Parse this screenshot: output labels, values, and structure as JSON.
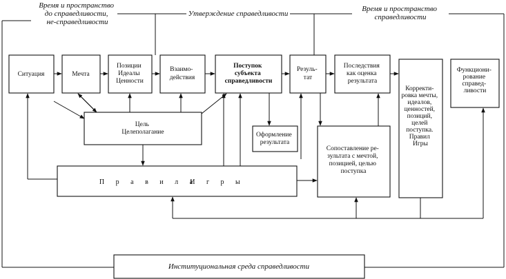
{
  "labels": {
    "time_space_left": [
      "Время и пространство",
      "до справедливости,",
      "не-справедливости"
    ],
    "establishment": "Утверждение справедливости",
    "time_space_right": [
      "Время и пространство",
      "справедливости"
    ]
  },
  "boxes": {
    "situation": [
      "Ситуация"
    ],
    "dream": [
      "Мечта"
    ],
    "positions": [
      "Позиции",
      "Идеалы",
      "Ценности"
    ],
    "interaction": [
      "Взаимо-",
      "действия"
    ],
    "act": [
      "Поступок",
      "субъекта",
      "справедливости"
    ],
    "result": [
      "Резуль-",
      "тат"
    ],
    "consequences": [
      "Последствия",
      "как оценка",
      "результата"
    ],
    "correction": [
      "Корректи-",
      "ровка мечты,",
      "идеалов,",
      "ценностей,",
      "позиций,",
      "целей",
      "поступка.",
      "Правил",
      "Игры"
    ],
    "functioning": [
      "Функциони-",
      "рование",
      "справед-",
      "ливости"
    ],
    "goal": [
      "Цель",
      "Целеполагание"
    ],
    "formalization": [
      "Оформление",
      "результата"
    ],
    "comparison": [
      "Сопоставление ре-",
      "зультата с мечтой,",
      "позицией, целью",
      "поступка"
    ],
    "rules": [
      "П р а в и л а",
      "И г р ы"
    ],
    "environment": [
      "Институциональная среда справедливости"
    ]
  }
}
